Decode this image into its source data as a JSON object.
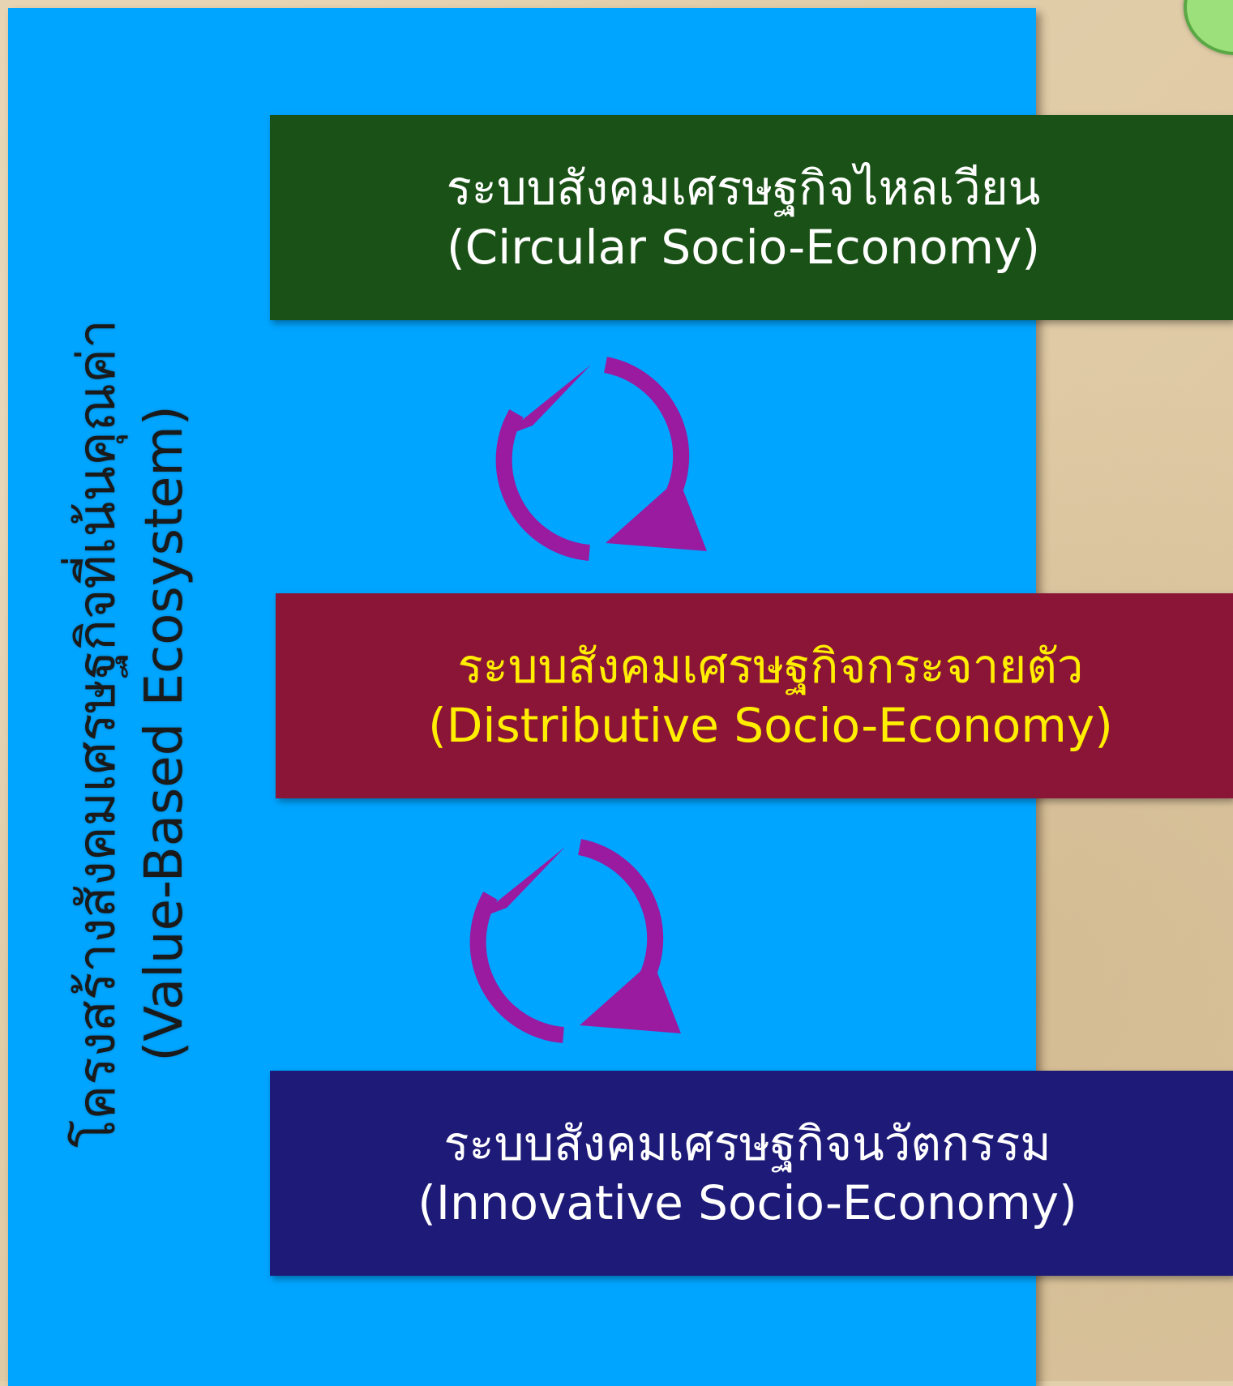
{
  "colors": {
    "panel": "#00a5ff",
    "circular_box": "#1a5116",
    "distributive_box": "#8a1537",
    "innovative_box": "#1e1b78",
    "arrow": "#9a1aa0",
    "distributive_text": "#ffee00"
  },
  "side_title": {
    "thai": "โครงสร้างสังคมเศรษฐกิจที่เน้นคุณค่า",
    "english": "(Value-Based Ecosystem)"
  },
  "boxes": {
    "circular": {
      "thai": "ระบบสังคมเศรษฐกิจไหลเวียน",
      "english": "(Circular Socio-Economy)"
    },
    "distributive": {
      "thai": "ระบบสังคมเศรษฐกิจกระจายตัว",
      "english": "(Distributive Socio-Economy)"
    },
    "innovative": {
      "thai": "ระบบสังคมเศรษฐกิจนวัตกรรม",
      "english": "(Innovative Socio-Economy)"
    }
  },
  "icons": {
    "cycle_1": "refresh-cycle-icon",
    "cycle_2": "refresh-cycle-icon"
  }
}
